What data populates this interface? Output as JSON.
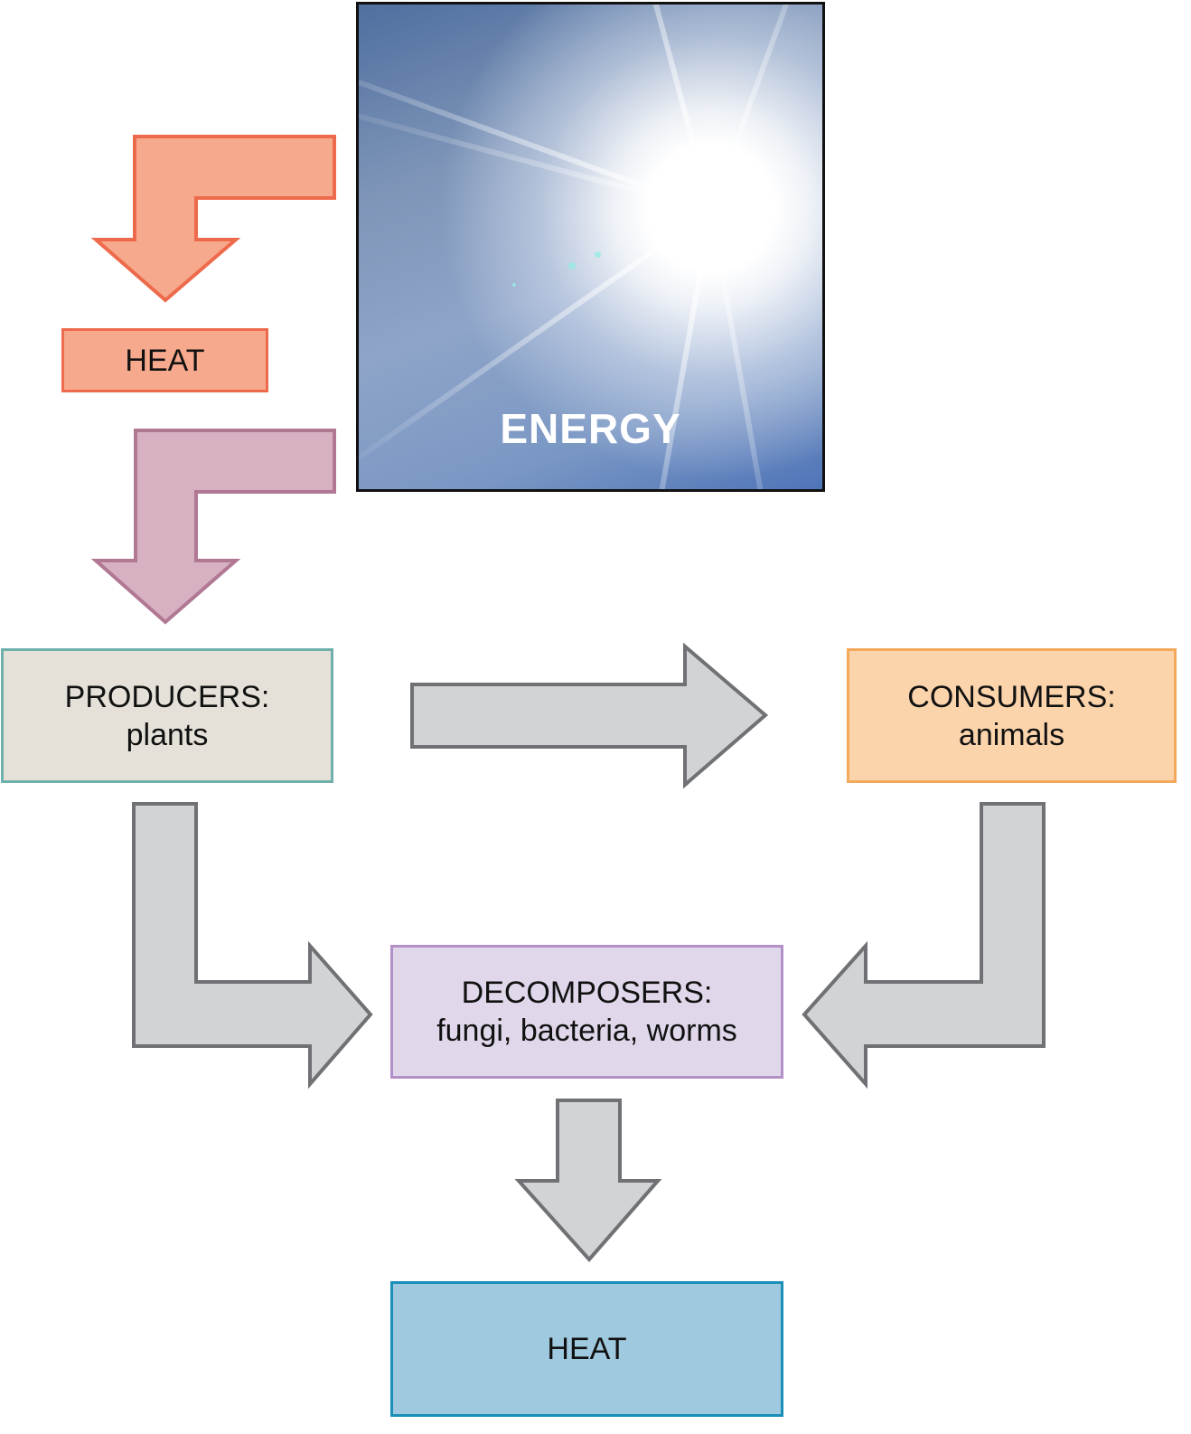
{
  "diagram": {
    "title": "Energy flow through an ecosystem",
    "energy": {
      "label": "ENERGY",
      "icon": "sun-icon"
    },
    "nodes": {
      "heat_top": {
        "label": "HEAT",
        "fill": "#f6a98c",
        "stroke": "#ee6a4c"
      },
      "producers": {
        "title": "PRODUCERS:",
        "subtitle": "plants",
        "fill": "#e5e1d8",
        "stroke": "#6fb0ac"
      },
      "consumers": {
        "title": "CONSUMERS:",
        "subtitle": "animals",
        "fill": "#fcd4ab",
        "stroke": "#f4a85a"
      },
      "decomposers": {
        "title": "DECOMPOSERS:",
        "subtitle": "fungi, bacteria, worms",
        "fill": "#e0d7ea",
        "stroke": "#b390c8"
      },
      "heat_bottom": {
        "label": "HEAT",
        "fill": "#9fc9df",
        "stroke": "#1a8fb8"
      }
    },
    "arrows": [
      {
        "from": "energy",
        "to": "heat_top",
        "fill": "#f6a98c",
        "stroke": "#ee6a4c"
      },
      {
        "from": "energy",
        "to": "producers",
        "fill": "#d7b1c2",
        "stroke": "#b17893"
      },
      {
        "from": "producers",
        "to": "consumers",
        "fill": "#d1d3d5",
        "stroke": "#707174"
      },
      {
        "from": "producers",
        "to": "decomposers",
        "fill": "#d1d3d5",
        "stroke": "#707174"
      },
      {
        "from": "consumers",
        "to": "decomposers",
        "fill": "#d1d3d5",
        "stroke": "#707174"
      },
      {
        "from": "decomposers",
        "to": "heat_bottom",
        "fill": "#d1d3d5",
        "stroke": "#707174"
      }
    ]
  }
}
